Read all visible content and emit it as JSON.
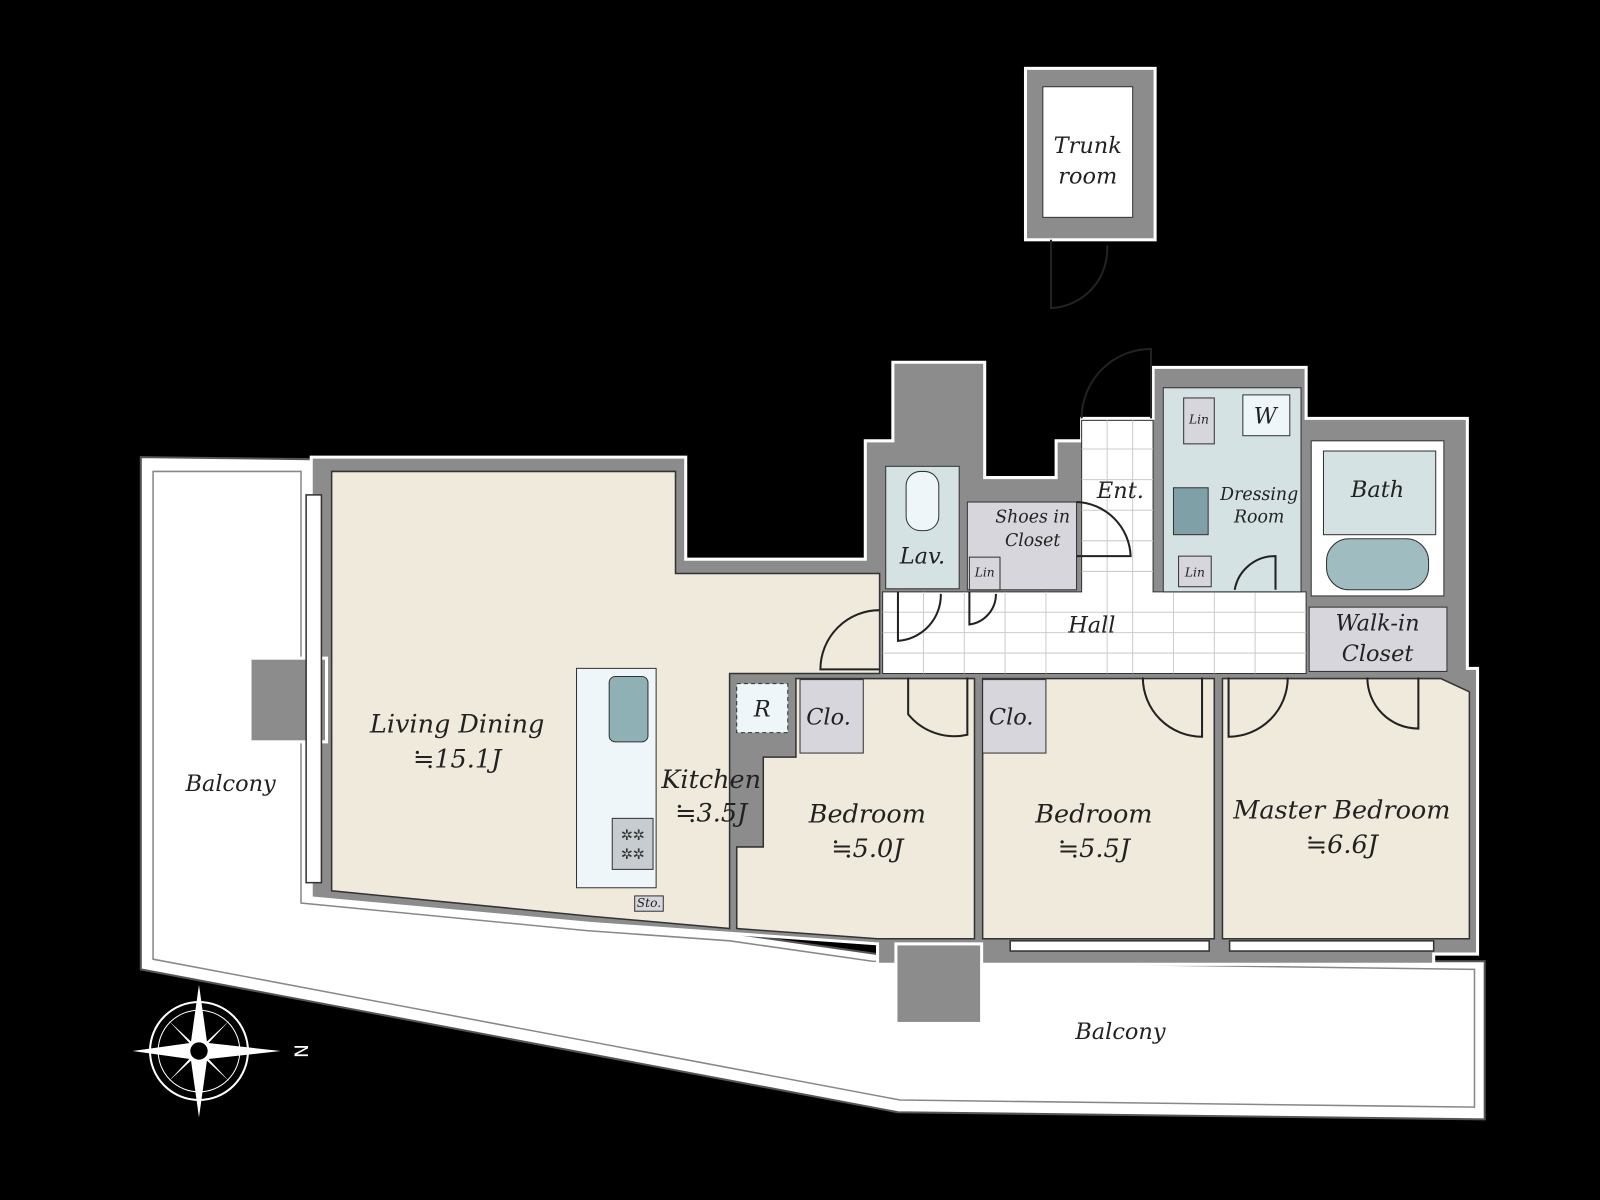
{
  "plan": {
    "rooms": {
      "trunk_room": [
        "Trunk",
        "room"
      ],
      "living_dining": {
        "name": "Living Dining",
        "size": "≒15.1J"
      },
      "kitchen": {
        "name": "Kitchen",
        "size": "≒3.5J"
      },
      "bedroom1": {
        "name": "Bedroom",
        "size": "≒5.0J"
      },
      "bedroom2": {
        "name": "Bedroom",
        "size": "≒5.5J"
      },
      "master": {
        "name": "Master Bedroom",
        "size": "≒6.6J"
      },
      "balcony_left": "Balcony",
      "balcony_bottom": "Balcony",
      "lav": "Lav.",
      "shoes_closet": [
        "Shoes in",
        "Closet"
      ],
      "entrance": "Ent.",
      "hall": "Hall",
      "dressing": [
        "Dressing",
        "Room"
      ],
      "bath": "Bath",
      "walk_in": [
        "Walk-in",
        "Closet"
      ],
      "washer": "W",
      "lin": "Lin",
      "closet": "Clo.",
      "refrigerator": "R",
      "storage": "Sto."
    },
    "compass": {
      "north": "N"
    },
    "colors": {
      "background": "#000000",
      "wall": "#8c8c8c",
      "beige": "#efeadc",
      "wet": "#d5e2e3",
      "closet": "#d6d6dc",
      "white": "#ffffff"
    }
  }
}
